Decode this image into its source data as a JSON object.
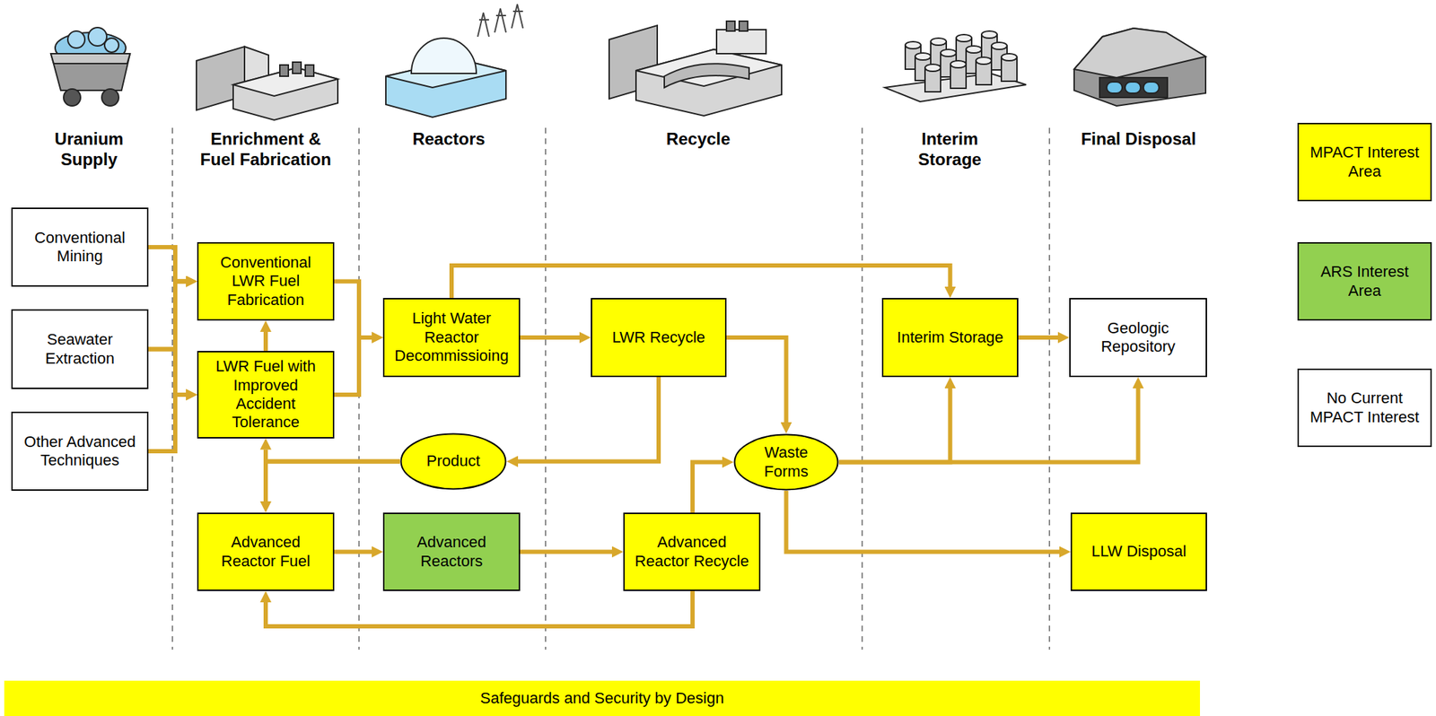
{
  "diagram": {
    "nodes": [
      {
        "text": [
          "Conventional Mining"
        ]
      },
      {
        "text": [
          "Seawater Extraction"
        ]
      },
      {
        "text": [
          "Other Advanced Techniques"
        ]
      },
      {
        "text": [
          "Conventional LWR Fuel Fabrication"
        ]
      },
      {
        "text": [
          "LWR Fuel with Improved Accident Tolerance"
        ]
      },
      {
        "text": [
          "Advanced Reactor Fuel"
        ]
      },
      {
        "text": [
          "Light Water Reactor Decommissioing"
        ]
      },
      {
        "text": [
          "Product"
        ]
      },
      {
        "text": [
          "Advanced Reactors"
        ]
      },
      {
        "text": [
          "LWR Recycle"
        ]
      },
      {
        "text": [
          "Advanced Reactor Recycle"
        ]
      },
      {
        "text": [
          "Waste Forms"
        ]
      },
      {
        "text": [
          "Interim Storage"
        ]
      },
      {
        "text": [
          "Geologic Repository"
        ]
      },
      {
        "text": [
          "LLW Disposal"
        ]
      },
      {
        "text": [
          "Safeguards and Security by Design"
        ]
      }
    ],
    "edges": [
      {
        "from": 0,
        "to": 3,
        "arrow": "to"
      },
      {
        "from": 0,
        "to": 4,
        "arrow": "to"
      },
      {
        "from": 1,
        "to": 3,
        "arrow": "to"
      },
      {
        "from": 1,
        "to": 4,
        "arrow": "to"
      },
      {
        "from": 2,
        "to": 3,
        "arrow": "to"
      },
      {
        "from": 2,
        "to": 4,
        "arrow": "to"
      },
      {
        "from": 4,
        "to": 3,
        "arrow": "to"
      },
      {
        "from": 3,
        "to": 6,
        "arrow": "to"
      },
      {
        "from": 4,
        "to": 6,
        "arrow": "to"
      },
      {
        "from": 6,
        "to": 12,
        "arrow": "to"
      },
      {
        "from": 6,
        "to": 9,
        "arrow": "to"
      },
      {
        "from": 9,
        "to": 11,
        "arrow": "to"
      },
      {
        "from": 9,
        "to": 7,
        "arrow": "to"
      },
      {
        "from": 7,
        "to": 4,
        "arrow": "to"
      },
      {
        "from": 7,
        "to": 5,
        "arrow": "to"
      },
      {
        "from": 5,
        "to": 8,
        "arrow": "to"
      },
      {
        "from": 8,
        "to": 10,
        "arrow": "to"
      },
      {
        "from": 10,
        "to": 11,
        "arrow": "to"
      },
      {
        "from": 10,
        "to": 5,
        "arrow": "to"
      },
      {
        "from": 11,
        "to": 12,
        "arrow": "to"
      },
      {
        "from": 11,
        "to": 13,
        "arrow": "to"
      },
      {
        "from": 11,
        "to": 14,
        "arrow": "to"
      },
      {
        "from": 12,
        "to": 13,
        "arrow": "to"
      }
    ],
    "labels": [
      "Uranium Supply",
      "Enrichment & Fuel Fabrication",
      "Reactors",
      "Recycle",
      "Interim Storage",
      "Final Disposal"
    ],
    "legend": [
      {
        "text": "MPACT Interest Area",
        "color": "#ffff00"
      },
      {
        "text": "ARS Interest Area",
        "color": "#92d050"
      },
      {
        "text": "No Current MPACT Interest",
        "color": "#ffffff"
      }
    ]
  }
}
